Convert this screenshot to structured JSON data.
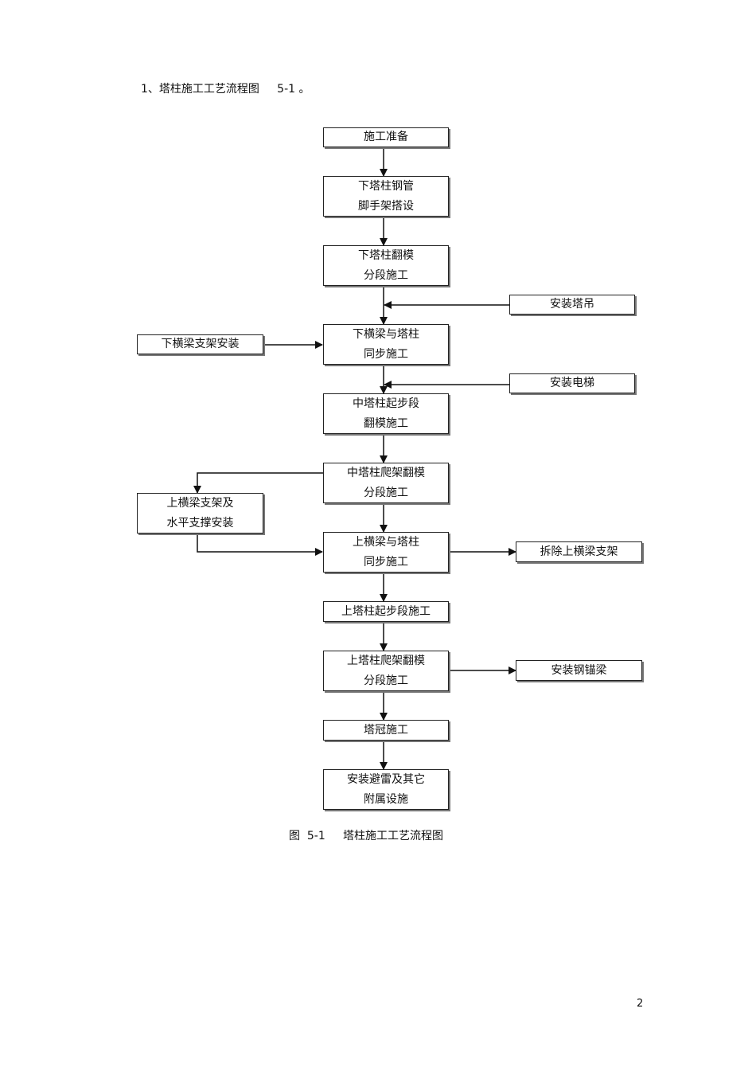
{
  "heading": "1、塔柱施工工艺流程图     5-1 。",
  "caption": "图  5-1     塔柱施工工艺流程图",
  "page_number": "2",
  "flowchart": {
    "nodes": {
      "prep": [
        "施工准备"
      ],
      "scaffold": [
        "下塔柱钢管",
        "脚手架搭设"
      ],
      "lower_form": [
        "下塔柱翻模",
        "分段施工"
      ],
      "tower_crane": [
        "安装塔吊"
      ],
      "lower_beam_support": [
        "下横梁支架安装"
      ],
      "lower_beam": [
        "下横梁与塔柱",
        "同步施工"
      ],
      "elevator": [
        "安装电梯"
      ],
      "mid_start": [
        "中塔柱起步段",
        "翻模施工"
      ],
      "mid_climb": [
        "中塔柱爬架翻模",
        "分段施工"
      ],
      "upper_beam_support": [
        "上横梁支架及",
        "水平支撑安装"
      ],
      "upper_beam": [
        "上横梁与塔柱",
        "同步施工"
      ],
      "remove_support": [
        "拆除上横梁支架"
      ],
      "upper_start": [
        "上塔柱起步段施工"
      ],
      "upper_climb": [
        "上塔柱爬架翻模",
        "分段施工"
      ],
      "steel_anchor": [
        "安装钢锚梁"
      ],
      "crown": [
        "塔冠施工"
      ],
      "lightning": [
        "安装避雷及其它",
        "附属设施"
      ]
    }
  }
}
